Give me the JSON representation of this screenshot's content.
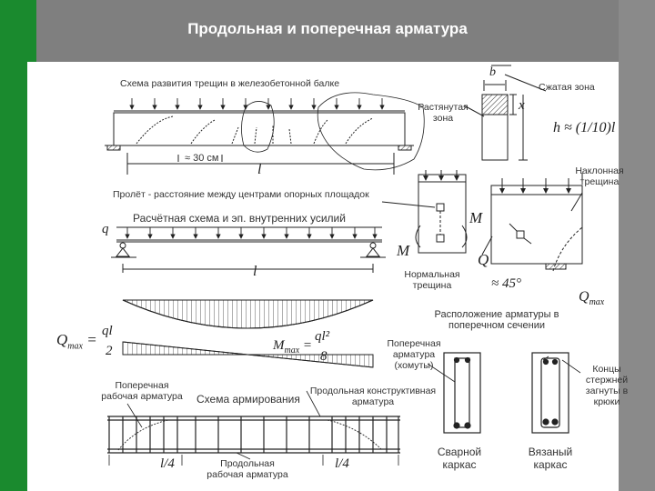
{
  "slide": {
    "title": "Продольная и поперечная арматура"
  },
  "labels": {
    "crack_scheme": "Схема развития трещин в железобетонной балке",
    "compressed_zone": "Сжатая зона",
    "tension_zone_1": "Растянутая",
    "tension_zone_2": "зона",
    "spacing": "≈ 30 см",
    "span_def": "Пролёт - расстояние между центрами опорных площадок",
    "inclined_crack_1": "Наклонная",
    "inclined_crack_2": "трещина",
    "calc_scheme": "Расчётная схема и эп. внутренних усилий",
    "normal_crack_1": "Нормальная",
    "normal_crack_2": "трещина",
    "angle": "≈ 45°",
    "rebar_layout_1": "Расположение арматуры в",
    "rebar_layout_2": "поперечном сечении",
    "transverse_1": "Поперечная",
    "transverse_2": "арматура",
    "transverse_3": "(хомуты)",
    "rod_ends_1": "Концы",
    "rod_ends_2": "стержней",
    "rod_ends_3": "загнуты в",
    "rod_ends_4": "крюки",
    "transverse_work_1": "Поперечная",
    "transverse_work_2": "рабочая арматура",
    "reinf_scheme": "Схема армирования",
    "longit_constr_1": "Продольная конструктивная",
    "longit_constr_2": "арматура",
    "longit_work_1": "Продольная",
    "longit_work_2": "рабочая арматура",
    "welded_1": "Сварной",
    "welded_2": "каркас",
    "tied_1": "Вязаный",
    "tied_2": "каркас"
  },
  "math": {
    "b": "b",
    "x": "x",
    "h_approx": "h ≈ (1/10)l",
    "l": "l",
    "q": "q",
    "M": "M",
    "Q": "Q",
    "Qmax": "Q",
    "Qmax_sub": "max",
    "Qmax_eq": "Q",
    "Qmax_eq_sub": "max",
    "ql": "ql",
    "two": "2",
    "Mmax": "M",
    "Mmax_sub": "max",
    "ql2": "ql²",
    "eight": "8",
    "l4_left": "l/4",
    "l4_right": "l/4"
  },
  "colors": {
    "green": "#1a8a2e",
    "grey": "#7f7f7f",
    "stroke": "#222222"
  }
}
